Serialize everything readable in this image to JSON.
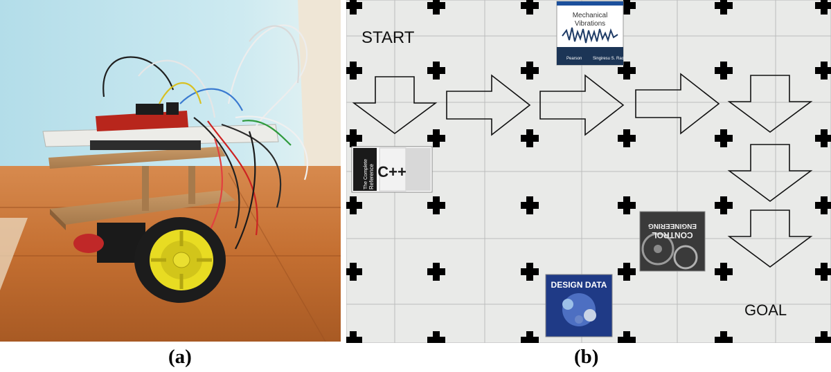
{
  "captions": {
    "a": "(a)",
    "b": "(b)"
  },
  "grid": {
    "start_label": "START",
    "goal_label": "GOAL",
    "path_arrows": [
      "down",
      "right",
      "right",
      "right",
      "down",
      "down",
      "down"
    ]
  },
  "books": {
    "vibrations": {
      "title_line1": "Mechanical",
      "title_line2": "Vibrations",
      "author": "Singiresu S. Rao",
      "publisher": "Pearson"
    },
    "cpp": {
      "title": "C++",
      "subtitle_line1": "The",
      "subtitle_line2": "Complete",
      "subtitle_line3": "Reference"
    },
    "control": {
      "title_line1": "CONTROL",
      "title_line2": "ENGINEERING"
    },
    "design": {
      "title": "DESIGN DATA"
    }
  },
  "colors": {
    "wall": "#bfe3ec",
    "floor": "#c7702f",
    "wheel_yellow": "#e8dc22",
    "board_white": "#ececea",
    "arduino_red": "#b8261c",
    "marker": "#000000"
  }
}
